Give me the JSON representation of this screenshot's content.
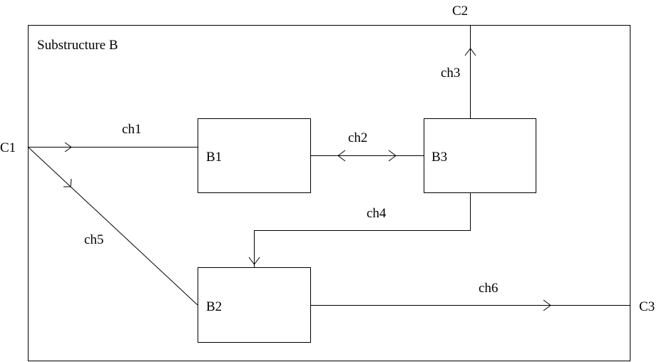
{
  "substructure": {
    "label": "Substructure B"
  },
  "blocks": {
    "b1": "B1",
    "b2": "B2",
    "b3": "B3"
  },
  "ports": {
    "c1": "C1",
    "c2": "C2",
    "c3": "C3"
  },
  "channels": {
    "ch1": "ch1",
    "ch2": "ch2",
    "ch3": "ch3",
    "ch4": "ch4",
    "ch5": "ch5",
    "ch6": "ch6"
  },
  "colors": {
    "stroke": "#000000",
    "background": "#ffffff"
  }
}
